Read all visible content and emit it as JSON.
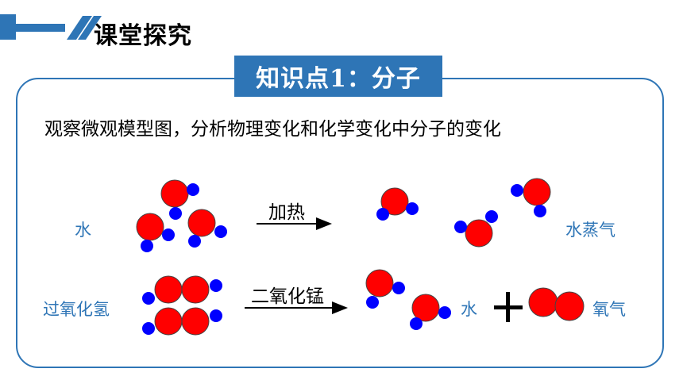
{
  "header": {
    "title": "课堂探究"
  },
  "knowledge_point": {
    "title": "知识点1：分子"
  },
  "instruction": "观察微观模型图，分析物理变化和化学变化中分子的变化",
  "reaction1": {
    "reactant": "水",
    "condition": "加热",
    "product": "水蒸气"
  },
  "reaction2": {
    "reactant": "过氧化氢",
    "condition": "二氧化锰",
    "product1": "水",
    "product2": "氧气"
  },
  "colors": {
    "accent": "#2e75b6",
    "atom_red": "#ff0000",
    "atom_blue": "#0000ff"
  }
}
